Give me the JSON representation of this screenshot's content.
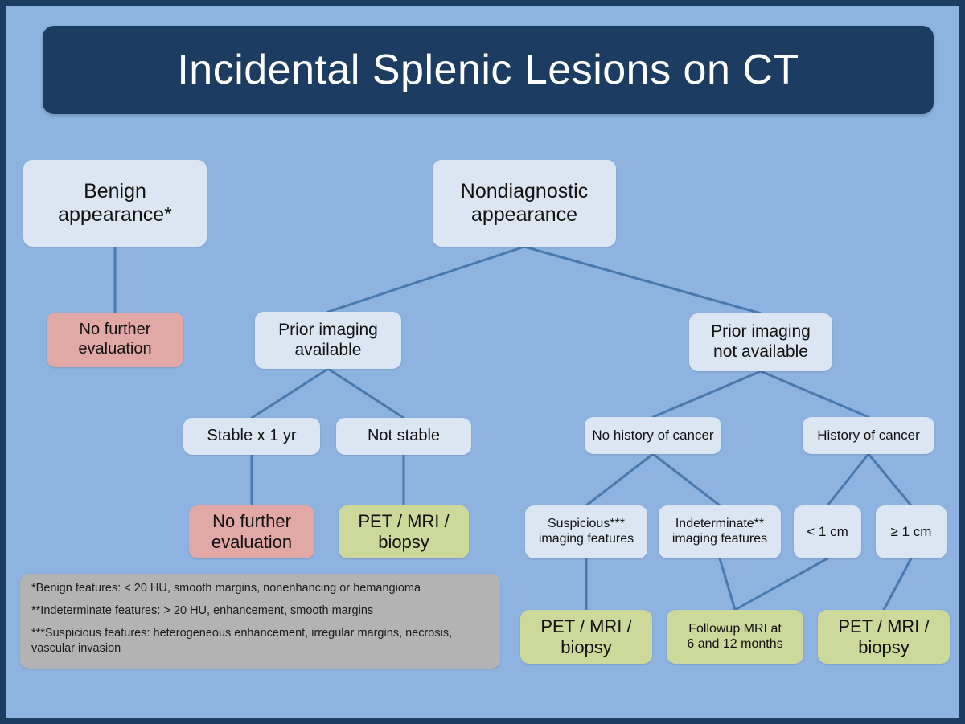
{
  "title": "Incidental Splenic Lesions on CT",
  "theme": {
    "background": "#8fb3e0",
    "frame_border": "#1d3c62",
    "title_bar": "#1d3c62",
    "title_text": "#ffffff",
    "node_blue": "#dce6f2",
    "node_red": "#e1a8a5",
    "node_green": "#ccd99b",
    "node_grey": "#b3b3b3",
    "connector": "#4a79b0"
  },
  "chart_data": {
    "type": "diagram",
    "title": "Incidental Splenic Lesions on CT",
    "nodes": [
      {
        "id": "benign",
        "label": "Benign\nappearance*",
        "color": "blue"
      },
      {
        "id": "nondiagnostic",
        "label": "Nondiagnostic\nappearance",
        "color": "blue"
      },
      {
        "id": "nofurther1",
        "label": "No further\nevaluation",
        "color": "red"
      },
      {
        "id": "prior_avail",
        "label": "Prior imaging\navailable",
        "color": "blue"
      },
      {
        "id": "prior_not",
        "label": "Prior imaging\nnot available",
        "color": "blue"
      },
      {
        "id": "stable",
        "label": "Stable x 1 yr",
        "color": "blue"
      },
      {
        "id": "notstable",
        "label": "Not stable",
        "color": "blue"
      },
      {
        "id": "nohx",
        "label": "No history of cancer",
        "color": "blue"
      },
      {
        "id": "hx",
        "label": "History of cancer",
        "color": "blue"
      },
      {
        "id": "nofurther2",
        "label": "No further\nevaluation",
        "color": "red"
      },
      {
        "id": "petmri1",
        "label": "PET / MRI /\nbiopsy",
        "color": "green"
      },
      {
        "id": "suspicious",
        "label": "Suspicious***\nimaging features",
        "color": "blue"
      },
      {
        "id": "indeterminate",
        "label": "Indeterminate**\nimaging features",
        "color": "blue"
      },
      {
        "id": "lt1cm",
        "label": "< 1 cm",
        "color": "blue"
      },
      {
        "id": "ge1cm",
        "label": "≥ 1 cm",
        "color": "blue"
      },
      {
        "id": "petmri2",
        "label": "PET / MRI /\nbiopsy",
        "color": "green"
      },
      {
        "id": "followup",
        "label": "Followup MRI at\n6 and 12 months",
        "color": "green"
      },
      {
        "id": "petmri3",
        "label": "PET / MRI /\nbiopsy",
        "color": "green"
      }
    ],
    "edges": [
      {
        "from": "benign",
        "to": "nofurther1"
      },
      {
        "from": "nondiagnostic",
        "to": "prior_avail"
      },
      {
        "from": "nondiagnostic",
        "to": "prior_not"
      },
      {
        "from": "prior_avail",
        "to": "stable"
      },
      {
        "from": "prior_avail",
        "to": "notstable"
      },
      {
        "from": "stable",
        "to": "nofurther2"
      },
      {
        "from": "notstable",
        "to": "petmri1"
      },
      {
        "from": "prior_not",
        "to": "nohx"
      },
      {
        "from": "prior_not",
        "to": "hx"
      },
      {
        "from": "nohx",
        "to": "suspicious"
      },
      {
        "from": "nohx",
        "to": "indeterminate"
      },
      {
        "from": "hx",
        "to": "lt1cm"
      },
      {
        "from": "hx",
        "to": "ge1cm"
      },
      {
        "from": "suspicious",
        "to": "petmri2"
      },
      {
        "from": "indeterminate",
        "to": "followup"
      },
      {
        "from": "lt1cm",
        "to": "followup"
      },
      {
        "from": "ge1cm",
        "to": "petmri3"
      }
    ]
  },
  "nodes": {
    "benign": "Benign\nappearance*",
    "nondiagnostic": "Nondiagnostic\nappearance",
    "nofurther1": "No further\nevaluation",
    "prior_avail": "Prior imaging\navailable",
    "prior_not": "Prior imaging\nnot available",
    "stable": "Stable x 1 yr",
    "notstable": "Not stable",
    "nohx": "No history of cancer",
    "hx": "History of cancer",
    "nofurther2": "No further\nevaluation",
    "petmri1": "PET / MRI /\nbiopsy",
    "suspicious": "Suspicious***\nimaging features",
    "indeterminate": "Indeterminate**\nimaging features",
    "lt1cm": "< 1 cm",
    "ge1cm": "≥ 1 cm",
    "petmri2": "PET / MRI /\nbiopsy",
    "followup": "Followup MRI at\n6 and 12 months",
    "petmri3": "PET / MRI /\nbiopsy"
  },
  "legend": {
    "line1": "*Benign features: < 20 HU, smooth margins, nonenhancing or hemangioma",
    "line2": "**Indeterminate features: > 20 HU, enhancement, smooth margins",
    "line3": "***Suspicious features: heterogeneous enhancement, irregular margins, necrosis, vascular invasion"
  }
}
